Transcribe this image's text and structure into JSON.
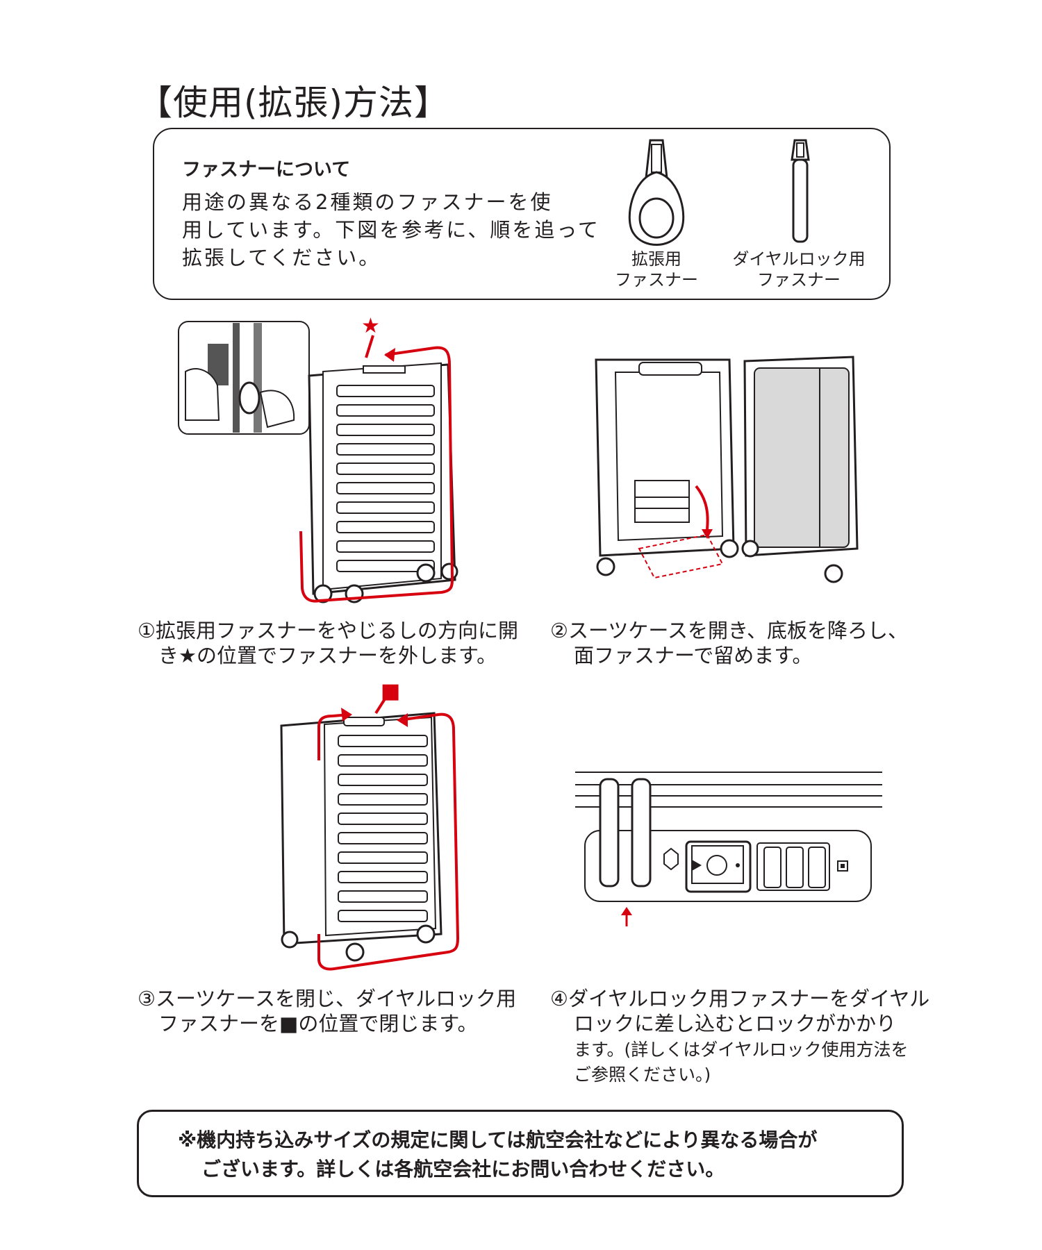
{
  "title": "【使用(拡張)方法】",
  "intro": {
    "heading": "ファスナーについて",
    "lines": [
      "用途の異なる2種類のファスナーを使",
      "用しています。下図を参考に、順を追って",
      "拡張してください。"
    ],
    "zippers": [
      {
        "label": "拡張用\nファスナー",
        "icon": "expansion-zipper-icon"
      },
      {
        "label": "ダイヤルロック用\nファスナー",
        "icon": "dial-lock-zipper-icon"
      }
    ]
  },
  "steps": [
    {
      "caption_l1": "①拡張用ファスナーをやじるしの方向に開",
      "caption_l2": "き★の位置でファスナーを外します。"
    },
    {
      "caption_l1": "②スーツケースを開き、底板を降ろし、",
      "caption_l2": "面ファスナーで留めます。"
    },
    {
      "caption_l1": "③スーツケースを閉じ、ダイヤルロック用",
      "caption_l2": "ファスナーを■の位置で閉じます。"
    },
    {
      "caption_l1": "④ダイヤルロック用ファスナーをダイヤル",
      "caption_l2": "ロックに差し込むとロックがかかり",
      "caption_l3": "ます。(詳しくはダイヤルロック使用方法を",
      "caption_l4": "ご参照ください。)"
    }
  ],
  "markers": {
    "star": "★",
    "square": "■"
  },
  "note": {
    "line1": "※機内持ち込みサイズの規定に関しては航空会社などにより異なる場合が",
    "line2": "ございます。詳しくは各航空会社にお問い合わせください。"
  },
  "colors": {
    "ink": "#231f20",
    "accent": "#d7000f",
    "mesh": "#d9d9d9"
  }
}
